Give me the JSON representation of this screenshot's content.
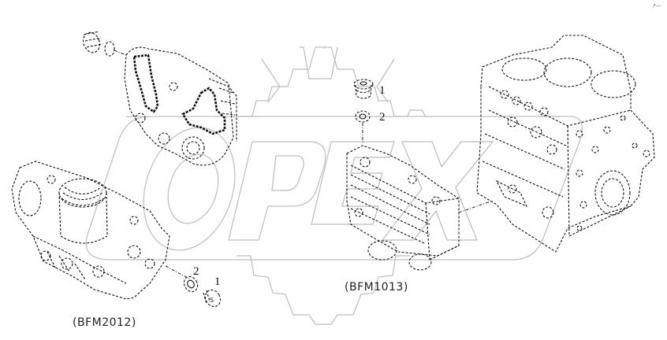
{
  "diagram": {
    "type": "exploded-parts-diagram",
    "watermark": {
      "text": "OPEX",
      "color": "#bdbdbd",
      "shape": "gear"
    },
    "corner_mark": "↗—",
    "assemblies": [
      {
        "id": "bfm2012",
        "label": "(BFM2012)",
        "parts": [
          "front-cover-with-gasket",
          "oil-filter-housing-cooler"
        ],
        "callouts": [
          {
            "number": "1",
            "part": "plug-screw"
          },
          {
            "number": "2",
            "part": "sealing-ring"
          }
        ]
      },
      {
        "id": "bfm1013",
        "label": "(BFM1013)",
        "parts": [
          "oil-cooler",
          "crankcase"
        ],
        "callouts": [
          {
            "number": "1",
            "part": "plug-screw"
          },
          {
            "number": "2",
            "part": "sealing-ring"
          }
        ]
      }
    ]
  },
  "labels": {
    "bfm2012": "(BFM2012)",
    "bfm1013": "(BFM1013)",
    "c1_left": "1",
    "c2_left": "2",
    "c1_mid": "1",
    "c2_mid": "2",
    "corner": "↗—"
  }
}
